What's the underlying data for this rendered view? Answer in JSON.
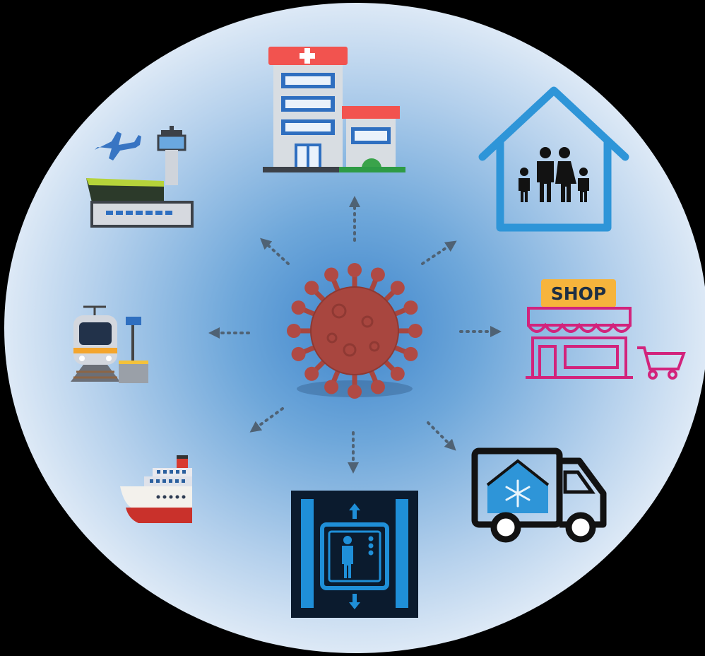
{
  "diagram": {
    "center": {
      "icon": "coronavirus-icon"
    },
    "settings": [
      {
        "name": "hospital",
        "icon": "hospital-icon"
      },
      {
        "name": "home",
        "icon": "family-home-icon"
      },
      {
        "name": "shop",
        "icon": "shop-icon",
        "sign_text": "SHOP"
      },
      {
        "name": "cold-chain-truck",
        "icon": "refrigerated-truck-icon"
      },
      {
        "name": "elevator",
        "icon": "elevator-icon"
      },
      {
        "name": "ship",
        "icon": "cruise-ship-icon"
      },
      {
        "name": "train-station",
        "icon": "train-icon"
      },
      {
        "name": "airport",
        "icon": "airport-icon"
      }
    ]
  },
  "colors": {
    "background": "#000000",
    "circle_edge": "#dbe8f5",
    "circle_core": "#4a90d0",
    "virus": "#b04a44",
    "arrows": "#4f6274",
    "home": "#2e95d8",
    "shop_sign": "#f6b43c",
    "shop": "#d2237c",
    "elevator_bg": "#0b1b2e",
    "elevator": "#1f8fd8"
  }
}
